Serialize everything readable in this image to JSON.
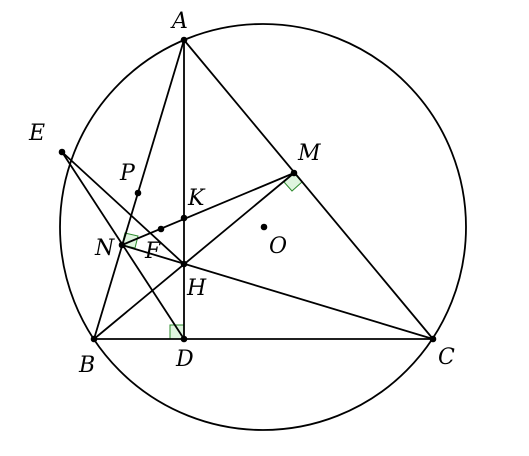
{
  "figure": {
    "point_labels": {
      "A": "A",
      "B": "B",
      "C": "C",
      "D": "D",
      "E": "E",
      "F": "F",
      "H": "H",
      "K": "K",
      "M": "M",
      "N": "N",
      "O": "O",
      "P": "P"
    },
    "colors": {
      "stroke": "#000000",
      "right_angle_fill": "#dff5df",
      "right_angle_stroke": "#2e8b2e"
    }
  }
}
